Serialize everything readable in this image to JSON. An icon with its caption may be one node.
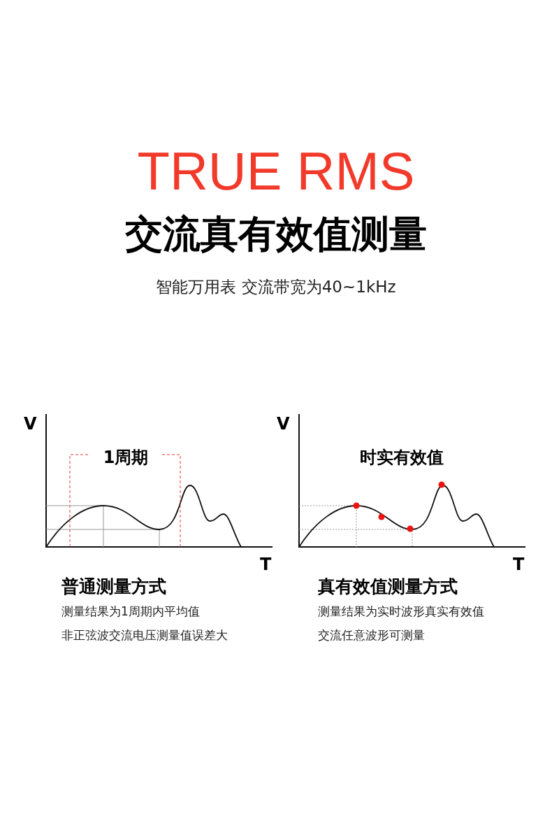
{
  "diagram": {
    "title": "TRUE RMS",
    "labels": [
      "交流真有效值测量",
      "智能万用表 交流带宽为40~1kHz",
      "V",
      "1周期",
      "T",
      "V",
      "时实有效值",
      "T",
      "普通测量方式",
      "测量结果为1周期内平均值",
      "非正弦波交流电压测量值误差大",
      "真有效值测量方式",
      "测量结果为实时波形真实有效值",
      "交流任意波形可测量"
    ]
  }
}
